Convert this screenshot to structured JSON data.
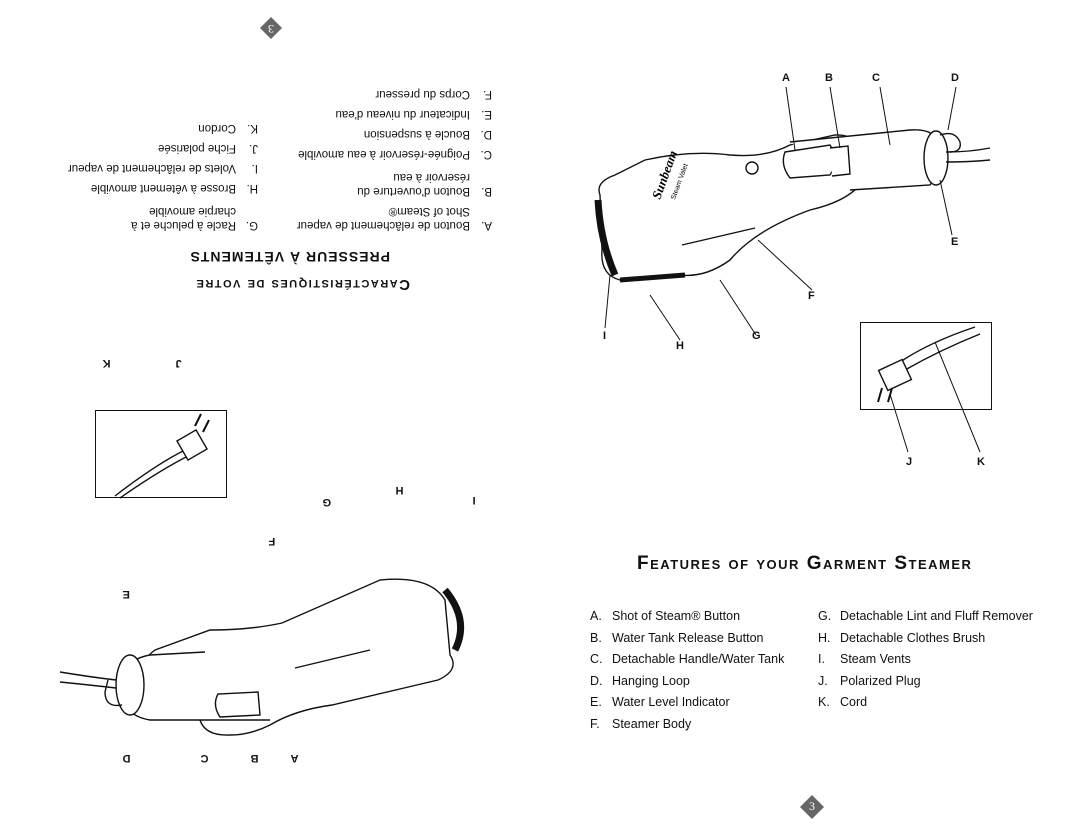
{
  "english_page": {
    "page_number": "3",
    "title": "Features of your Garment Steamer",
    "product_brand": "Sunbeam",
    "product_model": "Steam Valet",
    "callouts": [
      "A",
      "B",
      "C",
      "D",
      "E",
      "F",
      "G",
      "H",
      "I",
      "J",
      "K"
    ],
    "features_left": [
      {
        "letter": "A.",
        "text": "Shot of Steam® Button"
      },
      {
        "letter": "B.",
        "text": "Water Tank Release Button"
      },
      {
        "letter": "C.",
        "text": "Detachable Handle/Water Tank"
      },
      {
        "letter": "D.",
        "text": "Hanging Loop"
      },
      {
        "letter": "E.",
        "text": "Water Level Indicator"
      },
      {
        "letter": "F.",
        "text": "Steamer Body"
      }
    ],
    "features_right": [
      {
        "letter": "G.",
        "text": "Detachable Lint and Fluff Remover"
      },
      {
        "letter": "H.",
        "text": "Detachable Clothes Brush"
      },
      {
        "letter": "I.",
        "text": "Steam Vents"
      },
      {
        "letter": "J.",
        "text": "Polarized Plug"
      },
      {
        "letter": "K.",
        "text": "Cord"
      }
    ]
  },
  "french_page": {
    "page_number": "3",
    "title_line1": "Caractéristiques de votre",
    "title_line2": "PRESSEUR À VÊTEMENTS",
    "features_left": [
      {
        "letter": "A.",
        "text": "Bouton de relâchement de vapeur Shot of Steam®"
      },
      {
        "letter": "B.",
        "text": "Bouton d'ouverture du réservoir à eau"
      },
      {
        "letter": "C.",
        "text": "Poignée-réservoir à eau amovible"
      },
      {
        "letter": "D.",
        "text": "Boucle à suspension"
      },
      {
        "letter": "E.",
        "text": "Indicateur du niveau d'eau"
      },
      {
        "letter": "F.",
        "text": "Corps du presseur"
      }
    ],
    "features_right": [
      {
        "letter": "G.",
        "text": "Racle à peluche et à charpie amovible"
      },
      {
        "letter": "H.",
        "text": "Brosse à vêtement amovible"
      },
      {
        "letter": "I.",
        "text": "Volets de relâchement de vapeur"
      },
      {
        "letter": "J.",
        "text": "Fiche polarisée"
      },
      {
        "letter": "K.",
        "text": "Cordon"
      }
    ]
  }
}
